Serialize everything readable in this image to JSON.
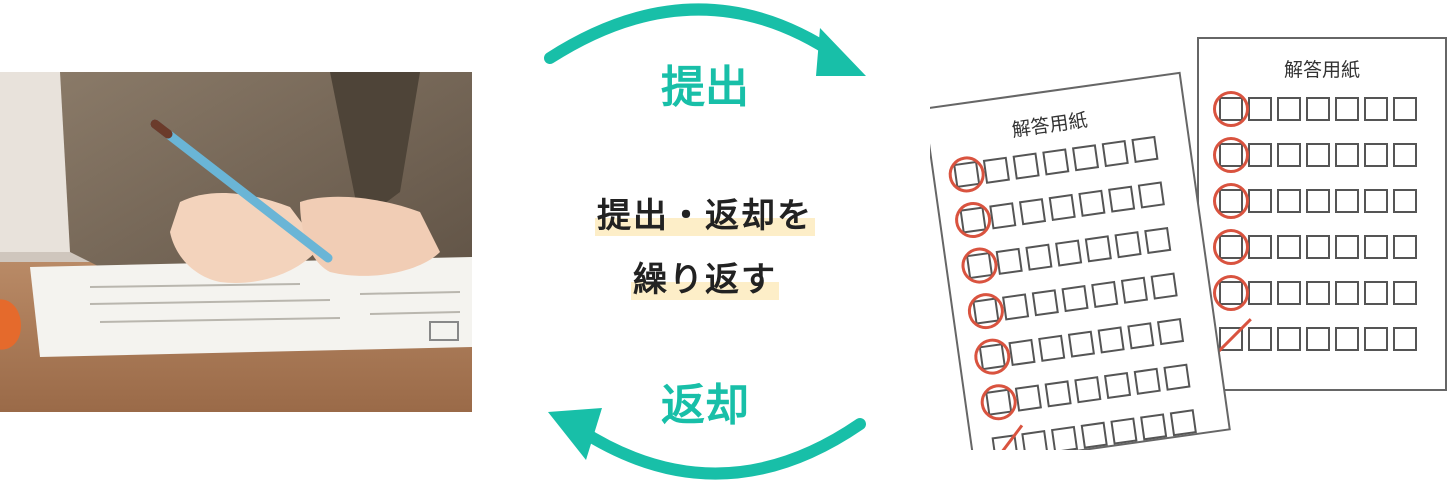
{
  "arrows": {
    "submit_label": "提出",
    "return_label": "返却",
    "accent_color": "#18bfa8"
  },
  "center_text": {
    "line1": "提出・返却を",
    "line2": "繰り返す",
    "highlight_color": "#fdeec8"
  },
  "answer_sheets": {
    "front_title": "解答用紙",
    "back_title": "解答用紙",
    "mark_color": "#d9533f"
  },
  "photo": {
    "subject": "student-writing-exam-photo"
  }
}
